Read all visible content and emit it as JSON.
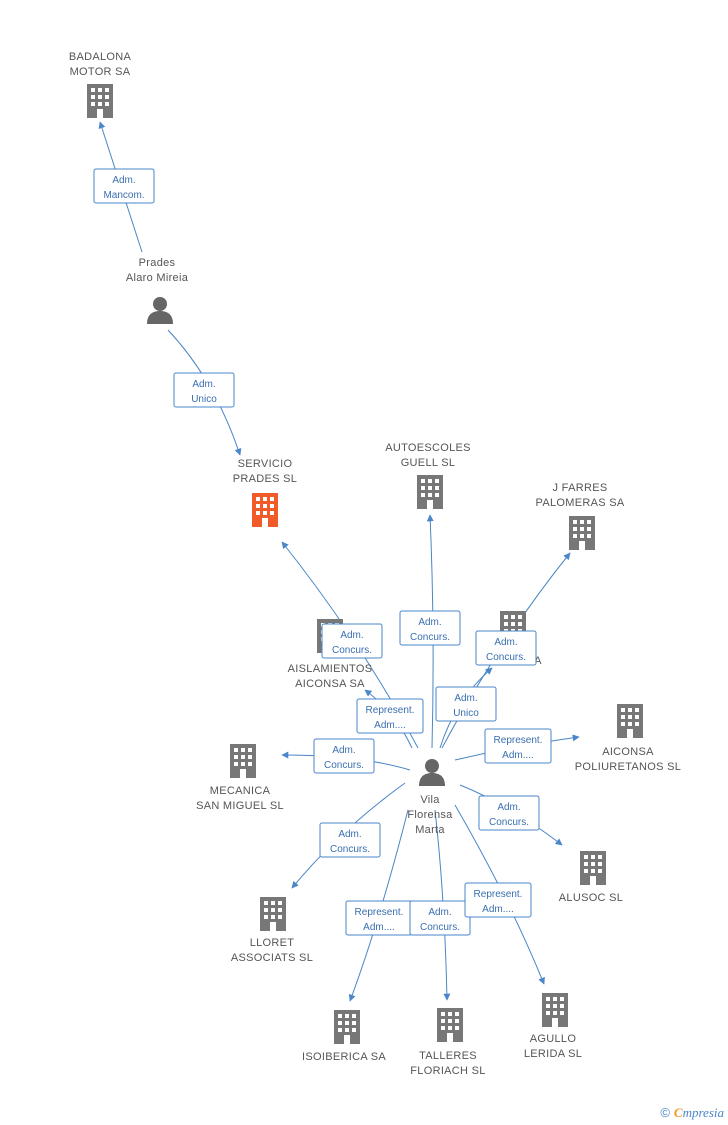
{
  "nodes": [
    {
      "id": "badalona",
      "kind": "company",
      "lines": [
        "BADALONA",
        "MOTOR SA"
      ]
    },
    {
      "id": "prades_person",
      "kind": "person",
      "lines": [
        "Prades",
        "Alaro Mireia"
      ]
    },
    {
      "id": "servicio",
      "kind": "company-main",
      "lines": [
        "SERVICIO",
        "PRADES SL"
      ]
    },
    {
      "id": "autoescoles",
      "kind": "company",
      "lines": [
        "AUTOESCOLES",
        "GUELL SL"
      ]
    },
    {
      "id": "jfarres",
      "kind": "company",
      "lines": [
        "J FARRES",
        "PALOMERAS SA"
      ]
    },
    {
      "id": "aislamientos",
      "kind": "company",
      "lines": [
        "AISLAMIENTOS",
        "AICONSA SA"
      ]
    },
    {
      "id": "hidden_a",
      "kind": "company",
      "lines": [
        "A"
      ]
    },
    {
      "id": "aiconsa_pol",
      "kind": "company",
      "lines": [
        "AICONSA",
        "POLIURETANOS SL"
      ]
    },
    {
      "id": "mecanica",
      "kind": "company",
      "lines": [
        "MECANICA",
        "SAN MIGUEL SL"
      ]
    },
    {
      "id": "vila",
      "kind": "person",
      "lines": [
        "Vila",
        "Florensa",
        "Marta"
      ]
    },
    {
      "id": "alusoc",
      "kind": "company",
      "lines": [
        "ALUSOC SL"
      ]
    },
    {
      "id": "lloret",
      "kind": "company",
      "lines": [
        "LLORET",
        "ASSOCIATS SL"
      ]
    },
    {
      "id": "isoiberica",
      "kind": "company",
      "lines": [
        "ISOIBERICA SA"
      ]
    },
    {
      "id": "talleres",
      "kind": "company",
      "lines": [
        "TALLERES",
        "FLORIACH SL"
      ]
    },
    {
      "id": "agullo",
      "kind": "company",
      "lines": [
        "AGULLO",
        "LERIDA SL"
      ]
    }
  ],
  "edges": [
    {
      "from": "prades_person",
      "to": "badalona",
      "label": [
        "Adm.",
        "Mancom."
      ]
    },
    {
      "from": "prades_person",
      "to": "servicio",
      "label": [
        "Adm.",
        "Unico"
      ]
    },
    {
      "from": "vila",
      "to": "servicio",
      "label": [
        "Adm.",
        "Concurs."
      ]
    },
    {
      "from": "vila",
      "to": "autoescoles",
      "label": [
        "Adm.",
        "Concurs."
      ]
    },
    {
      "from": "vila",
      "to": "jfarres",
      "label": [
        "Adm.",
        "Concurs."
      ]
    },
    {
      "from": "vila",
      "to": "hidden_a",
      "label": [
        "Adm.",
        "Unico"
      ]
    },
    {
      "from": "vila",
      "to": "aislamientos",
      "label": [
        "Represent.",
        "Adm...."
      ]
    },
    {
      "from": "vila",
      "to": "aiconsa_pol",
      "label": [
        "Represent.",
        "Adm...."
      ]
    },
    {
      "from": "vila",
      "to": "mecanica",
      "label": [
        "Adm.",
        "Concurs."
      ]
    },
    {
      "from": "vila",
      "to": "alusoc",
      "label": [
        "Adm.",
        "Concurs."
      ]
    },
    {
      "from": "vila",
      "to": "lloret",
      "label": [
        "Adm.",
        "Concurs."
      ]
    },
    {
      "from": "vila",
      "to": "isoiberica",
      "label": [
        "Represent.",
        "Adm...."
      ]
    },
    {
      "from": "vila",
      "to": "talleres",
      "label": [
        "Adm.",
        "Concurs."
      ]
    },
    {
      "from": "vila",
      "to": "agullo",
      "label": [
        "Represent.",
        "Adm...."
      ]
    }
  ],
  "colors": {
    "edge": "#4a86c8",
    "company": "#777777",
    "main": "#f15a29",
    "person": "#666666",
    "label": "#555555"
  },
  "watermark": {
    "copy": "©",
    "brand_initial": "C",
    "brand_rest": "mpresia"
  }
}
